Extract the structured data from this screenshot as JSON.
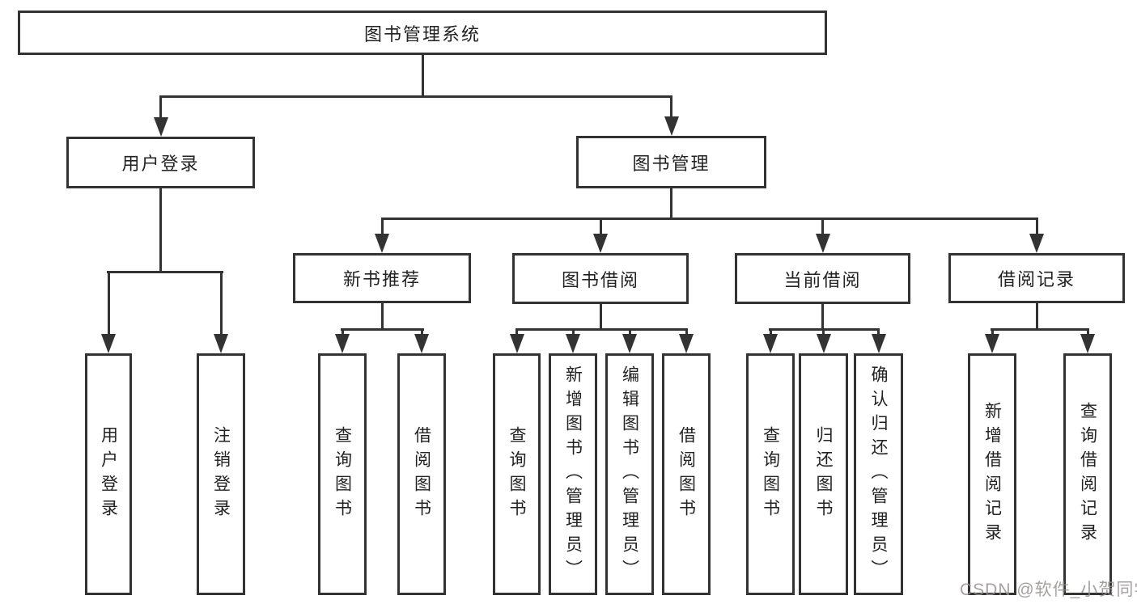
{
  "diagram": {
    "type": "hierarchy-tree",
    "title": "图书管理系统",
    "nodes": {
      "root": {
        "label": "图书管理系统"
      },
      "user_login": {
        "label": "用户登录"
      },
      "book_mgmt": {
        "label": "图书管理"
      },
      "new_book_rec": {
        "label": "新书推荐"
      },
      "book_borrow": {
        "label": "图书借阅"
      },
      "current_borrow": {
        "label": "当前借阅"
      },
      "borrow_records": {
        "label": "借阅记录"
      },
      "leaf_user_login": {
        "label": "用户登录"
      },
      "leaf_logout": {
        "label": "注销登录"
      },
      "leaf_rec_query_books": {
        "label": "查询图书"
      },
      "leaf_rec_borrow_books": {
        "label": "借阅图书"
      },
      "leaf_bb_query_books": {
        "label": "查询图书"
      },
      "leaf_bb_add_books": {
        "label": "新增图书（管理员）"
      },
      "leaf_bb_edit_books": {
        "label": "编辑图书（管理员）"
      },
      "leaf_bb_borrow_books": {
        "label": "借阅图书"
      },
      "leaf_cb_query_books": {
        "label": "查询图书"
      },
      "leaf_cb_return_books": {
        "label": "归还图书"
      },
      "leaf_cb_confirm_return": {
        "label": "确认归还（管理员）"
      },
      "leaf_br_add_record": {
        "label": "新增借阅记录"
      },
      "leaf_br_query_record": {
        "label": "查询借阅记录"
      }
    },
    "edges": [
      "root->用户登录",
      "root->图书管理",
      "用户登录->用户登录(叶)",
      "用户登录->注销登录",
      "图书管理->新书推荐",
      "图书管理->图书借阅",
      "图书管理->当前借阅",
      "图书管理->借阅记录",
      "新书推荐->查询图书",
      "新书推荐->借阅图书",
      "图书借阅->查询图书",
      "图书借阅->新增图书（管理员）",
      "图书借阅->编辑图书（管理员）",
      "图书借阅->借阅图书",
      "当前借阅->查询图书",
      "当前借阅->归还图书",
      "当前借阅->确认归还（管理员）",
      "借阅记录->新增借阅记录",
      "借阅记录->查询借阅记录"
    ],
    "colors": {
      "line": "#333333",
      "box_border": "#333333",
      "box_fill": "#ffffff",
      "text": "#222222",
      "background": "#ffffff"
    }
  },
  "watermark": {
    "text": "CSDN @软件_小贺同学",
    "color": "#969090"
  }
}
